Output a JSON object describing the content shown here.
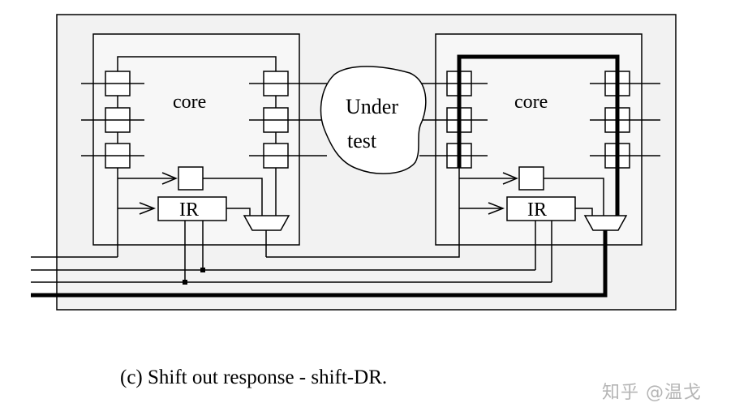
{
  "diagram": {
    "left_core_label": "core",
    "right_core_label": "core",
    "left_ir_label": "IR",
    "right_ir_label": "IR",
    "under_test_line1": "Under",
    "under_test_line2": "test"
  },
  "caption": "(c) Shift out response - shift-DR.",
  "watermark": "知乎 @温戈",
  "colors": {
    "board_fill": "#f2f2f2",
    "core_fill": "#f7f7f7",
    "line": "#000000",
    "watermark": "#b5b5b5"
  }
}
